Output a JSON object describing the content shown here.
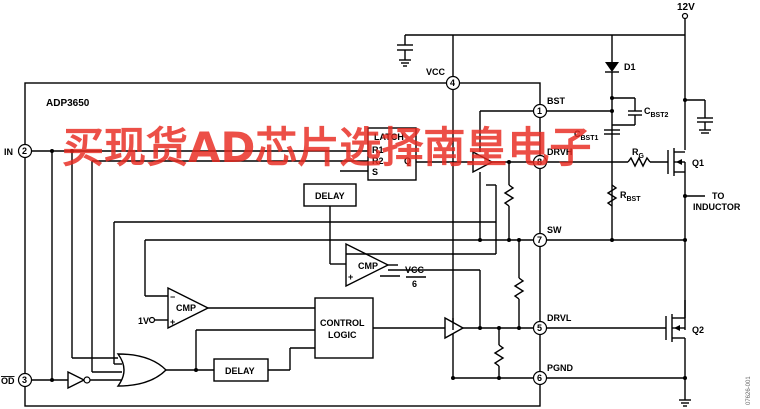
{
  "chip": {
    "name": "ADP3650"
  },
  "pins": {
    "vcc": {
      "label": "VCC",
      "num": "4"
    },
    "bst": {
      "label": "BST",
      "num": "1"
    },
    "drvh": {
      "label": "DRVH",
      "num": "8"
    },
    "sw": {
      "label": "SW",
      "num": "7"
    },
    "drvl": {
      "label": "DRVL",
      "num": "5"
    },
    "pgnd": {
      "label": "PGND",
      "num": "6"
    },
    "in": {
      "label": "IN",
      "num": "2"
    },
    "od": {
      "label": "OD",
      "num": "3"
    }
  },
  "blocks": {
    "latch": {
      "title": "LATCH",
      "r1": "R1",
      "r2": "R2",
      "s": "S",
      "q": "Q"
    },
    "delay_top": "DELAY",
    "delay_bottom": "DELAY",
    "cmp_top": "CMP",
    "cmp_left": "CMP",
    "control_line1": "CONTROL",
    "control_line2": "LOGIC",
    "vcc_ref": "VCC",
    "vcc_ref_div": "6",
    "ref_1v": "1V"
  },
  "external": {
    "supply": "12V",
    "d1": "D1",
    "cbst2": {
      "base": "C",
      "sub": "BST2"
    },
    "cbst1": {
      "base": "C",
      "sub": "BST1"
    },
    "rg": {
      "base": "R",
      "sub": "G"
    },
    "rbst": {
      "base": "R",
      "sub": "BST"
    },
    "q1": "Q1",
    "q2": "Q2",
    "to_inductor_1": "TO",
    "to_inductor_2": "INDUCTOR"
  },
  "watermark": "买现货AD芯片选择南皇电子",
  "figure_code": "07626-001"
}
